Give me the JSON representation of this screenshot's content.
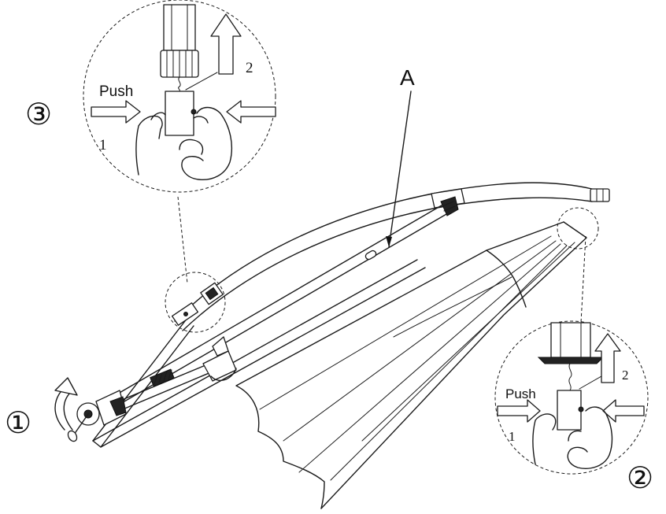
{
  "labels": {
    "part_a": "A",
    "step_1": "①",
    "step_2": "②",
    "step_3": "③"
  },
  "detail_top": {
    "push_label": "Push",
    "number_1": "1",
    "number_2": "2"
  },
  "detail_bottom": {
    "push_label": "Push",
    "number_1": "1",
    "number_2": "2"
  }
}
